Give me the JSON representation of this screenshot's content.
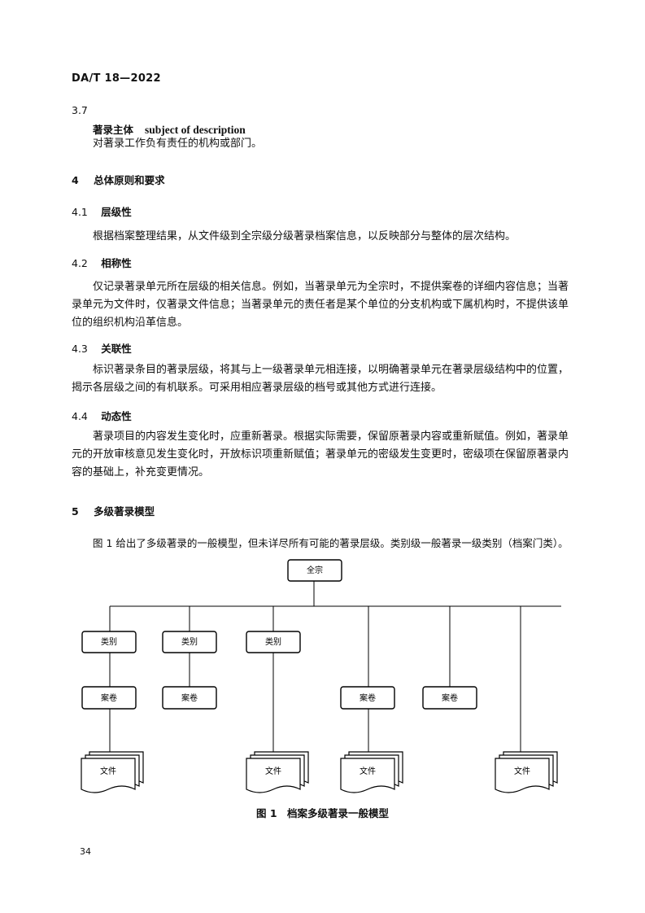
{
  "header": {
    "standard": "DA/T 18—2022"
  },
  "sec3_7": {
    "number": "3.7",
    "term_zh": "著录主体",
    "term_en": "subject of description",
    "definition": "对著录工作负有责任的机构或部门。"
  },
  "sec4": {
    "number": "4",
    "title": "总体原则和要求"
  },
  "sec4_1": {
    "number": "4.1",
    "title": "层级性",
    "text": "根据档案整理结果，从文件级到全宗级分级著录档案信息，以反映部分与整体的层次结构。"
  },
  "sec4_2": {
    "number": "4.2",
    "title": "相称性",
    "text": "仅记录著录单元所在层级的相关信息。例如，当著录单元为全宗时，不提供案卷的详细内容信息；当著录单元为文件时，仅著录文件信息；当著录单元的责任者是某个单位的分支机构或下属机构时，不提供该单位的组织机构沿革信息。"
  },
  "sec4_3": {
    "number": "4.3",
    "title": "关联性",
    "text": "标识著录条目的著录层级，将其与上一级著录单元相连接，以明确著录单元在著录层级结构中的位置，揭示各层级之间的有机联系。可采用相应著录层级的档号或其他方式进行连接。"
  },
  "sec4_4": {
    "number": "4.4",
    "title": "动态性",
    "text": "著录项目的内容发生变化时，应重新著录。根据实际需要，保留原著录内容或重新赋值。例如，著录单元的开放审核意见发生变化时，开放标识项重新赋值；著录单元的密级发生变更时，密级项在保留原著录内容的基础上，补充变更情况。"
  },
  "sec5": {
    "number": "5",
    "title": "多级著录模型",
    "text": "图 1 给出了多级著录的一般模型，但未详尽所有可能的著录层级。类别级一般著录一级类别（档案门类）。"
  },
  "figure": {
    "caption": "图 1　档案多级著录一般模型",
    "root": "全宗",
    "category": "类别",
    "volume": "案卷",
    "file": "文件"
  },
  "footer": {
    "page_number": "34"
  }
}
